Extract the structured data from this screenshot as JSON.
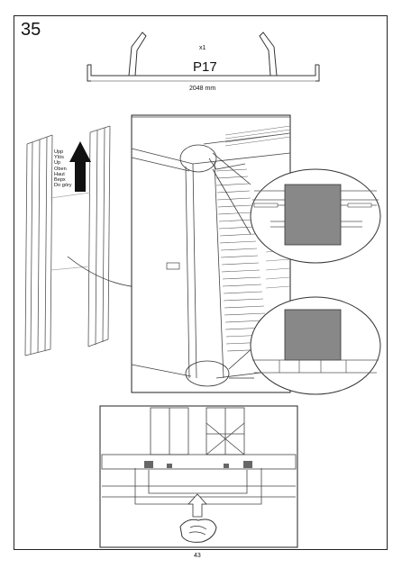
{
  "step": {
    "number": "35"
  },
  "part": {
    "quantity": "x1",
    "code": "P17",
    "length": "2048 mm"
  },
  "orientation_label": {
    "lines": [
      "Upp",
      "Ylös",
      "Up",
      "Oben",
      "Haut",
      "Верх",
      "Do góry"
    ]
  },
  "page": {
    "number": "43"
  }
}
